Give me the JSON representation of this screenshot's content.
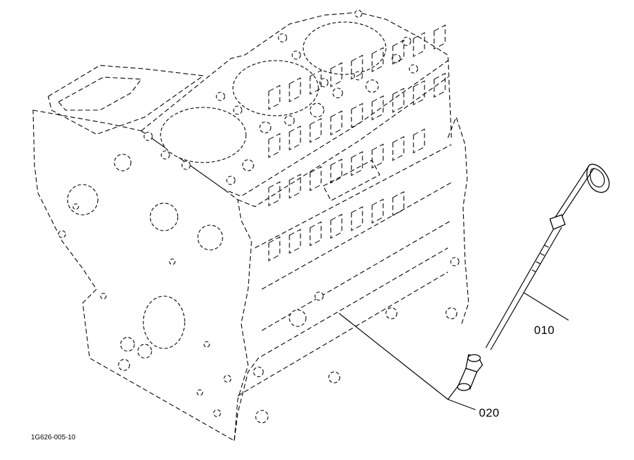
{
  "diagram": {
    "callouts": [
      {
        "id": "010",
        "label": "010",
        "part": "dipstick"
      },
      {
        "id": "020",
        "label": "020",
        "part": "dipstick-guide"
      }
    ],
    "figure_code": "1G626-005-10"
  }
}
